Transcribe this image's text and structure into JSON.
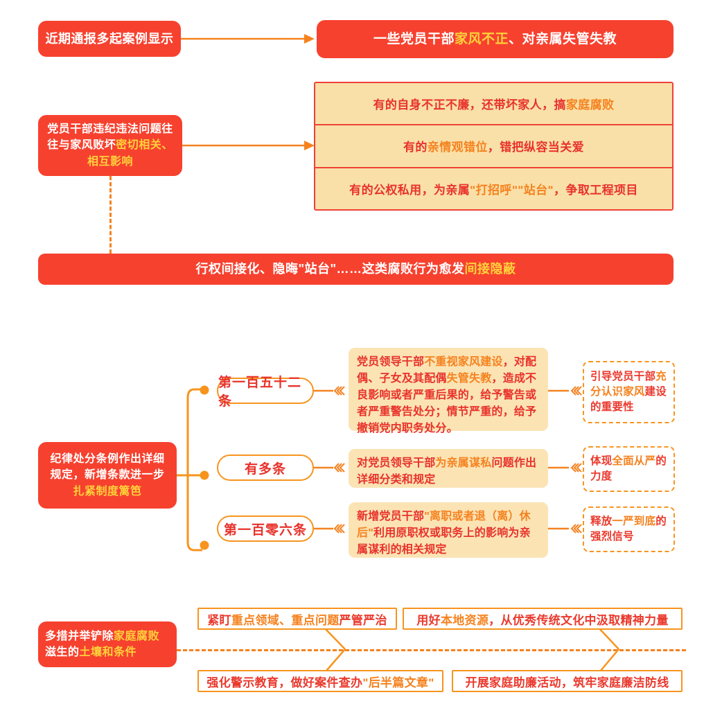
{
  "section1": {
    "source_label": "近期通报多起案例显示",
    "headline": {
      "pre": "一些党员干部",
      "hl": "家风不正",
      "post": "、对亲属失管失教"
    },
    "cause_box": {
      "pre": "党员干部违纪违法问题往往与家风败坏",
      "hl": "密切相关、相互影响"
    },
    "manifestations": [
      {
        "pre": "有的自身不正不廉，还带坏家人，搞",
        "hl": "家庭腐败",
        "post": ""
      },
      {
        "pre": "有的",
        "hl": "亲情观错位",
        "post": "，错把纵容当关爱"
      },
      {
        "pre": "有的公权私用，为亲属",
        "hl": "\"打招呼\"\"站台\"",
        "post": "，争取工程项目"
      }
    ],
    "conclusion": {
      "pre": "行权间接化、隐晦\"站台\"……这类腐败行为愈发",
      "hl": "间接隐蔽"
    }
  },
  "section2": {
    "root": {
      "pre": "纪律处分条例作出详细规定，新增条款进一步",
      "hl": "扎紧制度篱笆"
    },
    "branches": [
      {
        "article": "第一百五十二条",
        "detail": {
          "p1": "党员领导干部",
          "h1": "不重视家风建设",
          "p2": "，对配偶、子女及其配偶",
          "h2": "失管失教",
          "p3": "，造成不良影响或者严重后果的，给予警告或者严重警告处分；情节严重的，给予撤销党内职务处分。"
        },
        "outcome": {
          "pre": "引导党员干部",
          "hl": "充分认识家风",
          "post": "建设的重要性"
        }
      },
      {
        "article": "有多条",
        "detail": {
          "p1": "对党员领导干部",
          "h1": "为亲属谋私",
          "p2": "问题作出详细分类和规定",
          "h2": "",
          "p3": ""
        },
        "outcome": {
          "pre": "体现",
          "hl": "全面从严",
          "post": "的力度"
        }
      },
      {
        "article": "第一百零六条",
        "detail": {
          "p1": "新增党员干部",
          "h1": "\"离职或者退（离）休后\"",
          "p2": "利用原职权或职务上的影响为亲属谋利的相关规定",
          "h2": "",
          "p3": ""
        },
        "outcome": {
          "pre": "释放",
          "hl": "一严到底",
          "post": "的强烈信号"
        }
      }
    ]
  },
  "section3": {
    "root": {
      "p1": "多措并举铲除",
      "h1": "家庭腐败",
      "p2": "滋生的",
      "h2": "土壤和条件"
    },
    "measures": [
      {
        "pre": "紧盯",
        "hl": "重点领域、重点问题",
        "post": "严管严治"
      },
      {
        "pre": "用好",
        "hl": "本地资源",
        "post": "，从优秀传统文化中汲取精神力量"
      },
      {
        "pre": "强化警示教育，做好案件查办",
        "hl": "\"后半篇文章\"",
        "post": ""
      },
      {
        "pre": "开展家庭助廉活动，筑牢家庭廉洁防线",
        "hl": "",
        "post": ""
      }
    ]
  },
  "colors": {
    "red": "#f7412f",
    "orange": "#f5821f",
    "yellow_hl": "#ffd23a",
    "card_bg": "#fbe3b4",
    "table_bg": "#f9e0a8"
  }
}
